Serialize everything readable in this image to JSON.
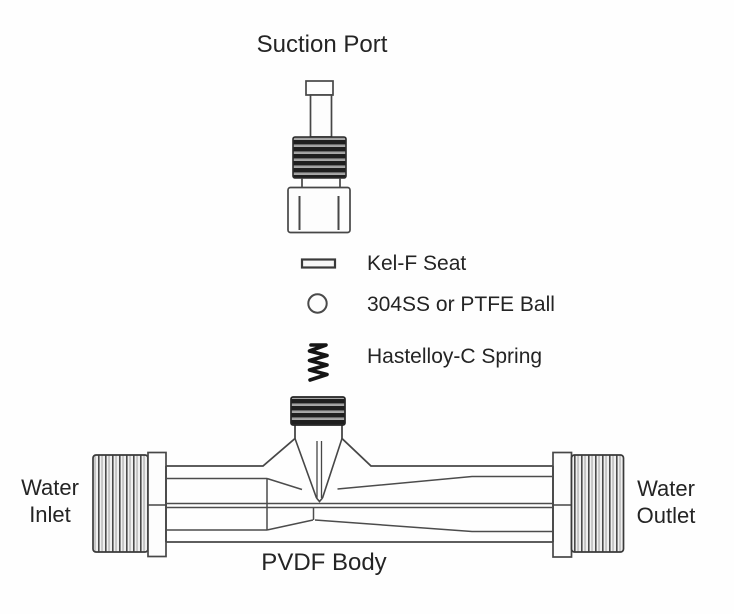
{
  "labels": {
    "suction_port": "Suction Port",
    "kel_f_seat": "Kel-F Seat",
    "ball": "304SS or PTFE Ball",
    "spring": "Hastelloy-C Spring",
    "water_inlet": {
      "line1": "Water",
      "line2": "Inlet"
    },
    "water_outlet": {
      "line1": "Water",
      "line2": "Outlet"
    },
    "pvdf_body": "PVDF Body"
  },
  "colors": {
    "background": "#fefefe",
    "line": "#474747",
    "outline": "#383838",
    "dark_band": "#1f1f1f",
    "metal_light": "#a9a9a9",
    "thread_fill": "#f0f0f0",
    "text": "#242424"
  }
}
